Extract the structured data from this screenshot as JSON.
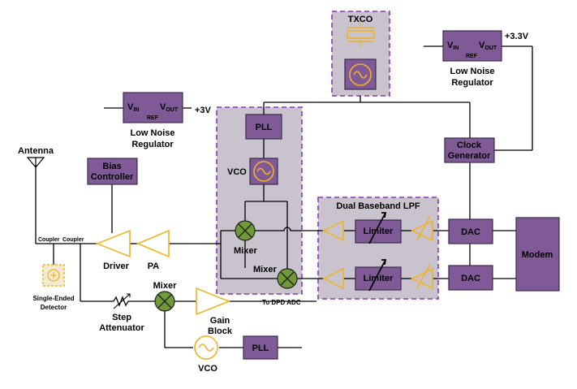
{
  "colors": {
    "block_fill": "#7f5a97",
    "block_stroke": "#3c2a4e",
    "region_fill": "#c9c3ce",
    "region_stroke": "#8a37b5",
    "amp_color": "#f0b323",
    "mixer_fill": "#6f9a35",
    "wire": "#000000"
  },
  "regulators": {
    "left": {
      "vin": "V",
      "vin_sub": "IN",
      "vout": "V",
      "vout_sub": "OUT",
      "ref": "REF",
      "out_voltage": "+3V",
      "name_line1": "Low Noise",
      "name_line2": "Regulator"
    },
    "right": {
      "vin": "V",
      "vin_sub": "IN",
      "vout": "V",
      "vout_sub": "OUT",
      "ref": "REF",
      "out_voltage": "+3.3V",
      "name_line1": "Low Noise",
      "name_line2": "Regulator"
    }
  },
  "txco": {
    "label": "TXCO"
  },
  "synth_region": {
    "pll_label": "PLL",
    "vco_label": "VCO",
    "mixer_top_label": "Mixer",
    "mixer_bottom_label": "Mixer"
  },
  "clock_generator": {
    "line1": "Clock",
    "line2": "Generator"
  },
  "bias_controller": {
    "line1": "Bias",
    "line2": "Controller"
  },
  "antenna": {
    "label": "Antenna"
  },
  "couplers": {
    "left": "Coupler",
    "right": "Coupler"
  },
  "detector": {
    "line1": "Single-Ended",
    "line2": "Detector"
  },
  "driver": {
    "label": "Driver"
  },
  "pa": {
    "label": "PA"
  },
  "baseband": {
    "title": "Dual Baseband LPF",
    "limiter_top": "Limiter",
    "limiter_bottom": "Limiter"
  },
  "dac": {
    "top": "DAC",
    "bottom": "DAC"
  },
  "modem": {
    "label": "Modem"
  },
  "feedback": {
    "step_attenuator_line1": "Step",
    "step_attenuator_line2": "Attenuator",
    "mixer_label": "Mixer",
    "gain_block_line1": "Gain",
    "gain_block_line2": "Block",
    "to_dpd_adc": "To DPD ADC",
    "vco_label": "VCO",
    "pll_label": "PLL"
  }
}
